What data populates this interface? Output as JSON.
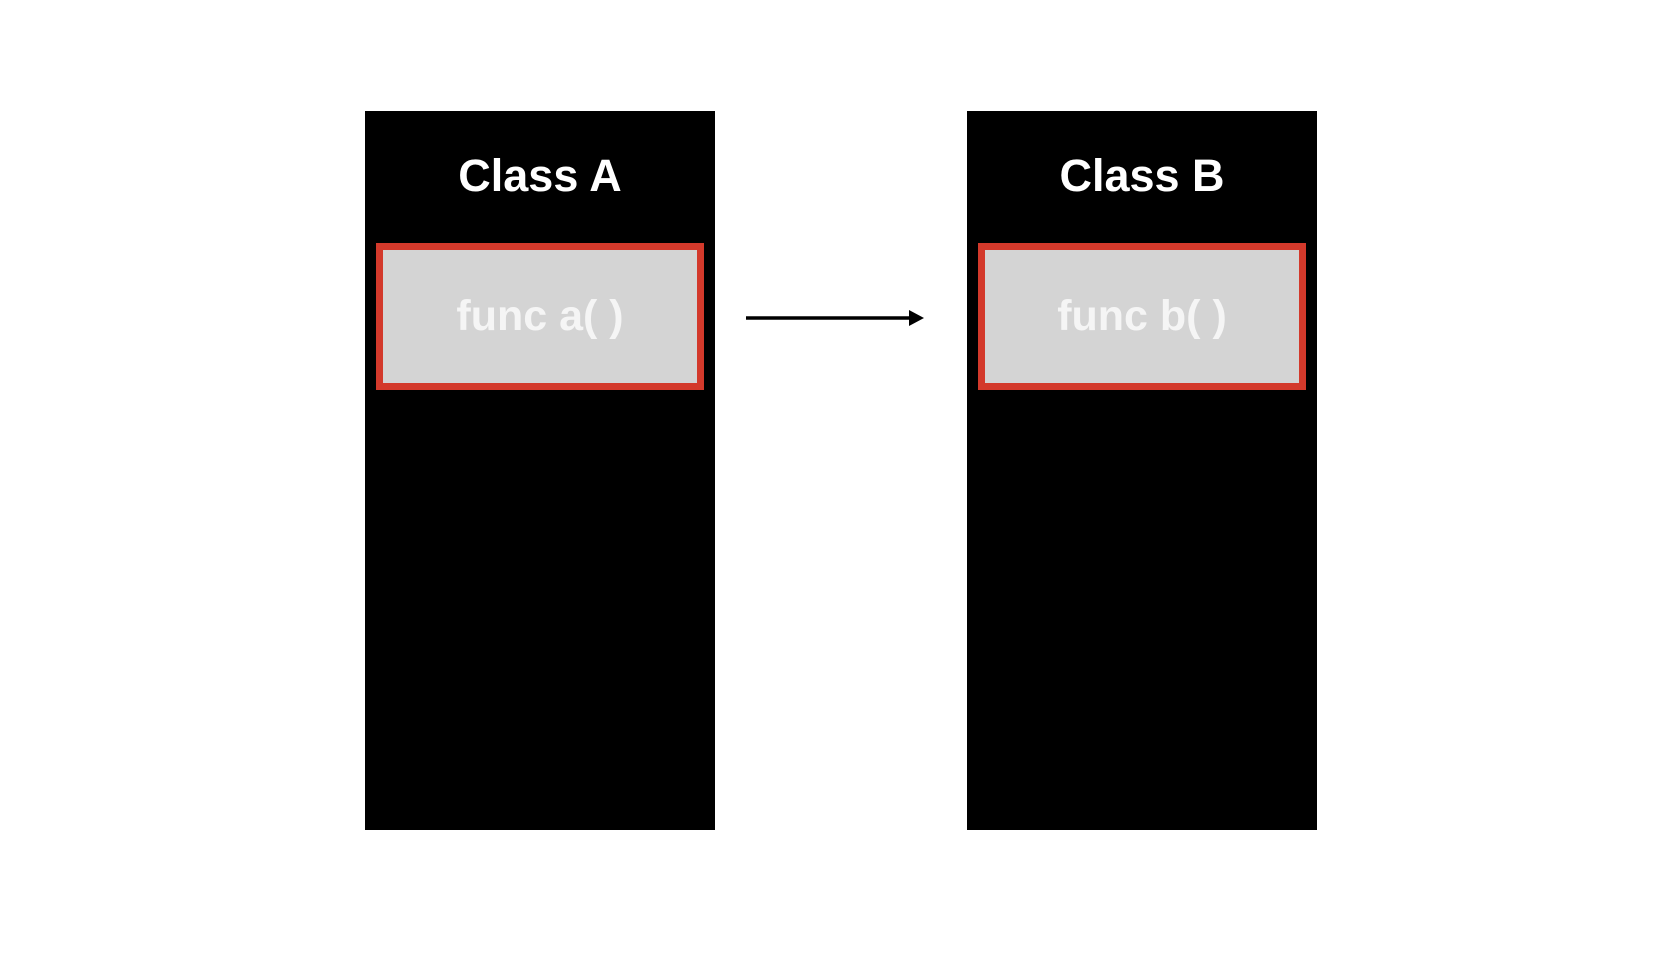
{
  "diagram": {
    "classes": [
      {
        "title": "Class A",
        "func_label": "func a( )"
      },
      {
        "title": "Class B",
        "func_label": "func b( )"
      }
    ],
    "arrow": {
      "direction": "left-to-right"
    },
    "colors": {
      "background": "#ffffff",
      "class_fill": "#000000",
      "class_title_text": "#ffffff",
      "func_fill": "#d4d4d4",
      "func_border": "#d3392b",
      "func_text": "#f5f5f5",
      "arrow": "#000000"
    }
  }
}
